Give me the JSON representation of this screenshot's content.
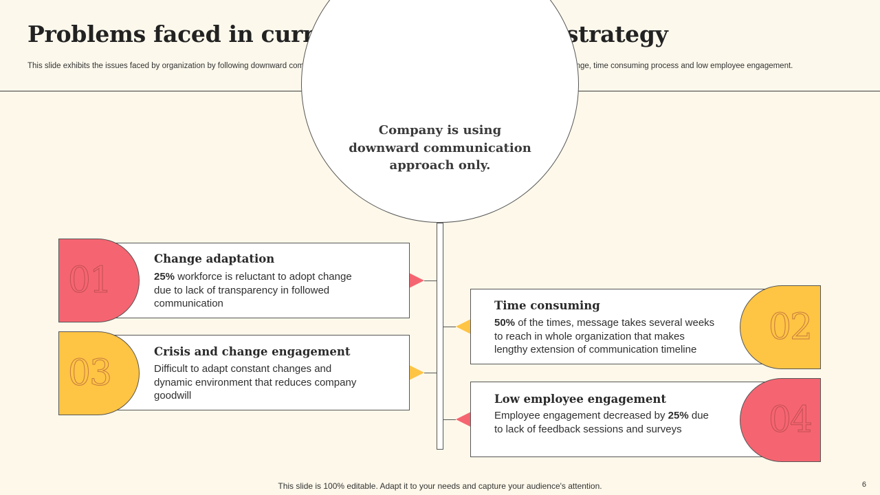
{
  "header": {
    "title": "Problems faced in current communication strategy",
    "subtitle": "This slide exhibits the issues faced by organization by following downward communication approach. The issues faced are employee reluctance to adapt change, time consuming process and low employee engagement."
  },
  "center": {
    "line1": "Company is using",
    "line2": "downward communication",
    "line3": "approach only."
  },
  "colors": {
    "red": "#f56571",
    "yellow": "#fec444"
  },
  "cards": [
    {
      "number": "01",
      "title": "Change adaptation",
      "lines": [
        {
          "bold": "25%",
          "text": " workforce is reluctant  to adopt change"
        },
        {
          "bold": "",
          "text": "due to lack of transparency  in followed"
        },
        {
          "bold": "",
          "text": "communication"
        }
      ]
    },
    {
      "number": "02",
      "title": "Time consuming",
      "lines": [
        {
          "bold": "50%",
          "text": " of the times, message takes several weeks"
        },
        {
          "bold": "",
          "text": "to reach in whole organization that makes"
        },
        {
          "bold": "",
          "text": "lengthy  extension of communication timeline"
        }
      ]
    },
    {
      "number": "03",
      "title": "Crisis and change engagement",
      "lines": [
        {
          "bold": "",
          "text": "Difficult to adapt constant changes and"
        },
        {
          "bold": "",
          "text": "dynamic environment  that reduces company"
        },
        {
          "bold": "",
          "text": "goodwill"
        }
      ]
    },
    {
      "number": "04",
      "title": "Low employee engagement",
      "lines": [
        {
          "pre": "Employee engagement decreased by ",
          "bold": "25%",
          "text": " due"
        },
        {
          "bold": "",
          "text": "to lack of feedback sessions and surveys"
        }
      ]
    }
  ],
  "footer": {
    "note": "This slide is 100% editable. Adapt it to your needs and capture your audience's attention.",
    "page": "6"
  }
}
